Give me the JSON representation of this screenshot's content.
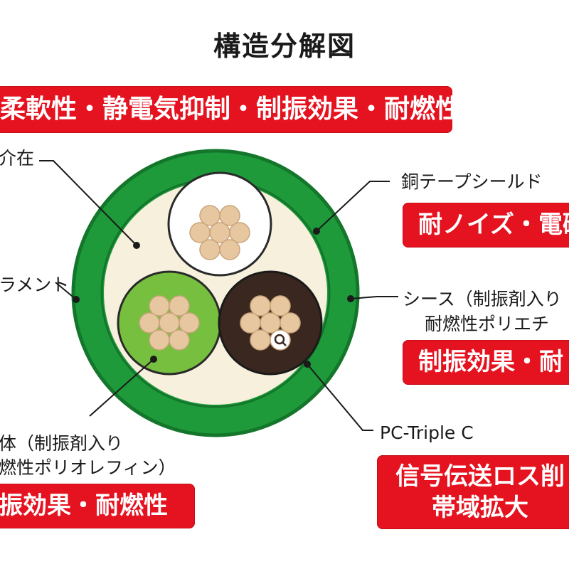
{
  "title": "構造分解図",
  "banners": {
    "top": "柔軟性・静電気抑制・制振効果・耐燃性",
    "shield": "耐ノイズ・電磁",
    "sheath": "制振効果・耐",
    "insulator": "振効果・耐燃性",
    "conductor_line1": "信号伝送ロス削",
    "conductor_line2": "帯域拡大"
  },
  "labels": {
    "filler": "介在",
    "filament": "ラメント",
    "shield": "銅テープシールド",
    "sheath_line1": "シース（制振剤入り",
    "sheath_line2": "耐燃性ポリエチ",
    "insulator_line1": "体（制振剤入り",
    "insulator_line2": "燃性ポリオレフィン）",
    "conductor": "PC-Triple C"
  },
  "colors": {
    "red": "#e5121f",
    "green_outer": "#1e9a3b",
    "green_dark": "#14762b",
    "cream": "#f6f0dc",
    "green_light": "#76bf3f",
    "brown_dark": "#3a2820",
    "strand": "#e6c7a0"
  }
}
